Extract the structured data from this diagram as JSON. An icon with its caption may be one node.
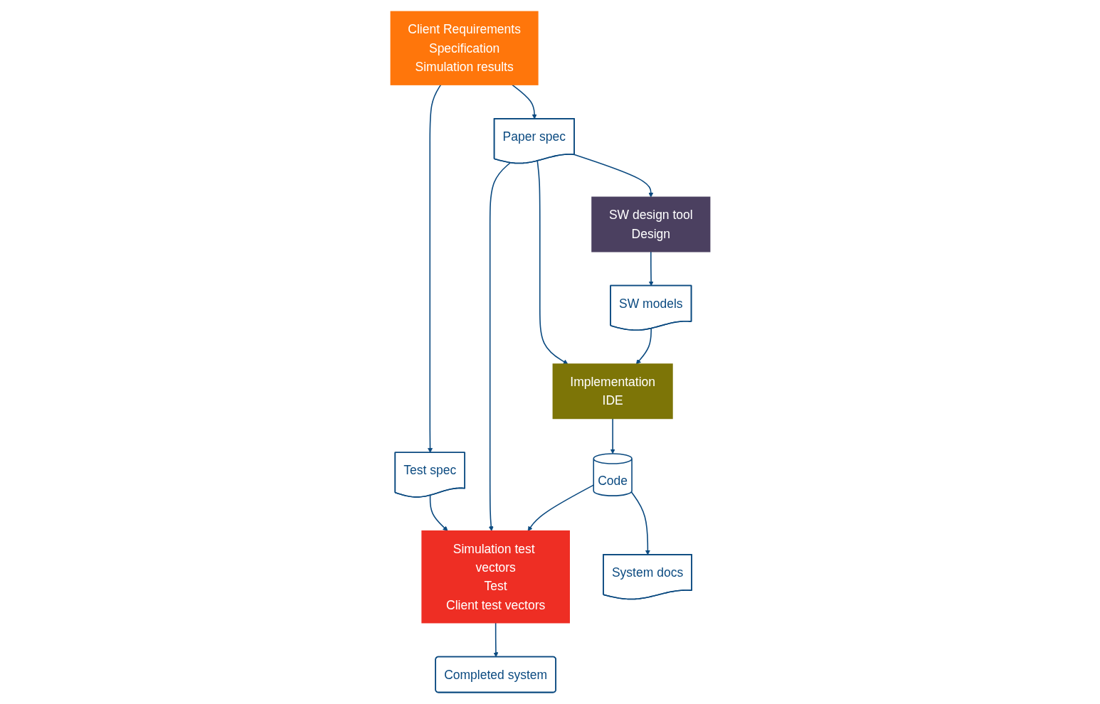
{
  "diagram": {
    "nodes": [
      {
        "text": [
          "Client Requirements",
          "Specification",
          "Simulation results"
        ]
      },
      {
        "text": [
          "Test spec"
        ]
      },
      {
        "text": [
          "Simulation test vectors",
          "Test",
          "Client test vectors"
        ]
      },
      {
        "text": [
          "Completed system"
        ]
      },
      {
        "text": [
          "Paper spec"
        ]
      },
      {
        "text": [
          "SW design tool",
          "Design"
        ]
      },
      {
        "text": [
          "SW models"
        ]
      },
      {
        "text": [
          "Implementation",
          "IDE"
        ]
      },
      {
        "text": [
          "Code"
        ]
      },
      {
        "text": [
          "System docs"
        ]
      }
    ],
    "edges": [
      {
        "from": 0,
        "to": 1,
        "arrow": "to"
      },
      {
        "from": 1,
        "to": 2,
        "arrow": "to"
      },
      {
        "from": 0,
        "to": 4,
        "arrow": "to"
      },
      {
        "from": 4,
        "to": 2,
        "arrow": "to"
      },
      {
        "from": 4,
        "to": 5,
        "arrow": "to"
      },
      {
        "from": 4,
        "to": 7,
        "arrow": "to"
      },
      {
        "from": 2,
        "to": 3,
        "arrow": "to"
      },
      {
        "from": 5,
        "to": 6,
        "arrow": "to"
      },
      {
        "from": 6,
        "to": 7,
        "arrow": "to"
      },
      {
        "from": 7,
        "to": 8,
        "arrow": "to"
      },
      {
        "from": 8,
        "to": 2,
        "arrow": "to"
      },
      {
        "from": 8,
        "to": 9,
        "arrow": "to"
      }
    ]
  }
}
